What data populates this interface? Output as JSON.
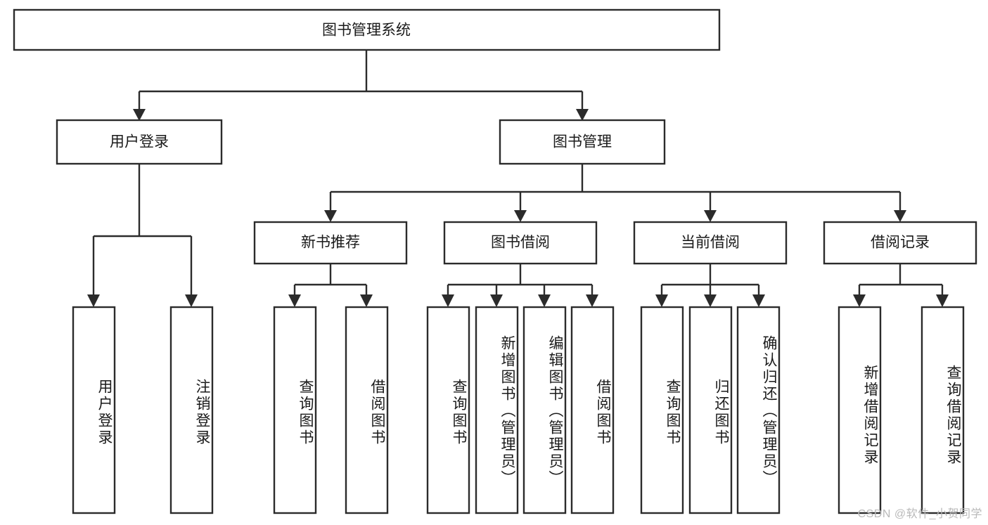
{
  "diagram": {
    "type": "tree-flowchart",
    "title": "图书管理系统",
    "background_color": "#ffffff",
    "line_color": "#2b2b2b",
    "box_fill": "#ffffff",
    "text_color": "#1a1a1a",
    "root": {
      "label": "图书管理系统",
      "orientation": "horizontal"
    },
    "level1": [
      {
        "label": "用户登录",
        "orientation": "horizontal"
      },
      {
        "label": "图书管理",
        "orientation": "horizontal"
      }
    ],
    "level2": [
      {
        "label": "新书推荐",
        "orientation": "horizontal"
      },
      {
        "label": "图书借阅",
        "orientation": "horizontal"
      },
      {
        "label": "当前借阅",
        "orientation": "horizontal"
      },
      {
        "label": "借阅记录",
        "orientation": "horizontal"
      }
    ],
    "leaves": {
      "user_login": [
        {
          "label": "用户登录",
          "orientation": "vertical"
        },
        {
          "label": "注销登录",
          "orientation": "vertical"
        }
      ],
      "new_book_recommend": [
        {
          "label": "查询图书",
          "orientation": "vertical"
        },
        {
          "label": "借阅图书",
          "orientation": "vertical"
        }
      ],
      "book_borrow": [
        {
          "label": "查询图书",
          "orientation": "vertical"
        },
        {
          "label": "新增图书（管理员）",
          "orientation": "vertical"
        },
        {
          "label": "编辑图书（管理员）",
          "orientation": "vertical"
        },
        {
          "label": "借阅图书",
          "orientation": "vertical"
        }
      ],
      "current_borrow": [
        {
          "label": "查询图书",
          "orientation": "vertical"
        },
        {
          "label": "归还图书",
          "orientation": "vertical"
        },
        {
          "label": "确认归还（管理员）",
          "orientation": "vertical"
        }
      ],
      "borrow_record": [
        {
          "label": "新增借阅记录",
          "orientation": "vertical"
        },
        {
          "label": "查询借阅记录",
          "orientation": "vertical"
        }
      ]
    }
  },
  "watermark": {
    "text": "CSDN @软件_小贺同学",
    "color": "#b9b9b9"
  }
}
